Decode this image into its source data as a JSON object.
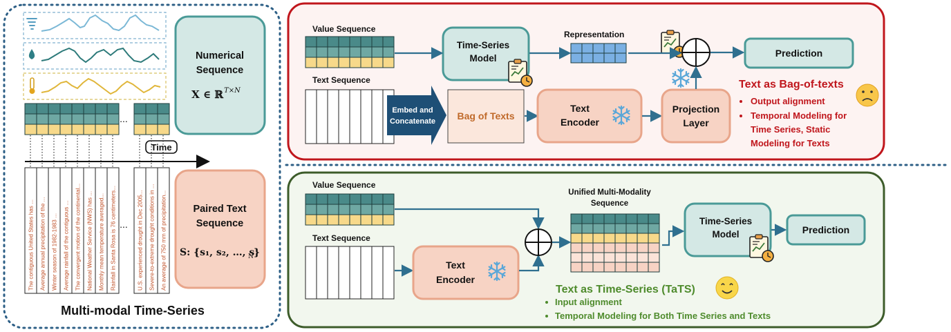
{
  "left_panel": {
    "numerical_label_1": "Numerical",
    "numerical_label_2": "Sequence",
    "numerical_formula": "X ∈ ℝ",
    "numerical_formula_sup": "T×N",
    "ellipsis": "...",
    "time_label": "Time",
    "paired_label_1": "Paired Text",
    "paired_label_2": "Sequence",
    "paired_formula": "S: {s₁, s₂, …, s",
    "paired_formula_sub": "N",
    "paired_formula_end": "}",
    "title": "Multi-modal Time-Series",
    "text_snippets": [
      "The contiguous United States has ...",
      "Average annual precipitation of the ...",
      "Winter season of 1982-1983 ...",
      "Average rainfall of the contiguous ...",
      "The convergent motion of the continental...",
      "National Weather Service (NWS) has ...",
      "Monthly mean temperature averaged...",
      "Rainfall in Santa Rosa is 76 centimeters...",
      "U.S. experienced drought in Dec 2005...",
      "Severe-to-extreme drought conditions in ...",
      "An average of 750 mm of precipitation..."
    ]
  },
  "top_panel": {
    "value_sequence": "Value Sequence",
    "text_sequence": "Text Sequence",
    "ts_model_1": "Time-Series",
    "ts_model_2": "Model",
    "representation": "Representation",
    "embed_1": "Embed and",
    "embed_2": "Concatenate",
    "bag_of_texts": "Bag of Texts",
    "text_encoder_1": "Text",
    "text_encoder_2": "Encoder",
    "projection_1": "Projection",
    "projection_2": "Layer",
    "prediction": "Prediction",
    "heading": "Text as Bag-of-texts",
    "bullets": [
      "Output alignment",
      "Temporal Modeling for",
      "Time Series, Static",
      "Modeling for Texts"
    ]
  },
  "bottom_panel": {
    "value_sequence": "Value Sequence",
    "text_sequence": "Text Sequence",
    "unified_1": "Unified Multi-Modality",
    "unified_2": "Sequence",
    "text_encoder_1": "Text",
    "text_encoder_2": "Encoder",
    "ts_model_1": "Time-Series",
    "ts_model_2": "Model",
    "prediction": "Prediction",
    "heading": "Text as Time-Series (TaTS)",
    "bullets": [
      "Input alignment",
      "Temporal Modeling for Both Time Series and Texts"
    ]
  },
  "colors": {
    "teal_dark": "#4a8a89",
    "teal_box": "#d4e8e5",
    "yellow_row": "#f7d98a",
    "salmon_box": "#f7d3c4",
    "salmon_stroke": "#e8a58a",
    "red_frame": "#c0161c",
    "green_frame": "#3d5c2a",
    "green_text": "#4e8b2c",
    "red_text": "#c0161c",
    "dotted_blue": "#2d5f86",
    "blue_cell": "#7bb0e3",
    "navy_arrow": "#1e4f76"
  },
  "icons": [
    "tornado-icon",
    "droplet-icon",
    "thermometer-icon",
    "report-chart-icon",
    "snowflake-icon",
    "sad-face-icon",
    "smile-face-icon"
  ]
}
